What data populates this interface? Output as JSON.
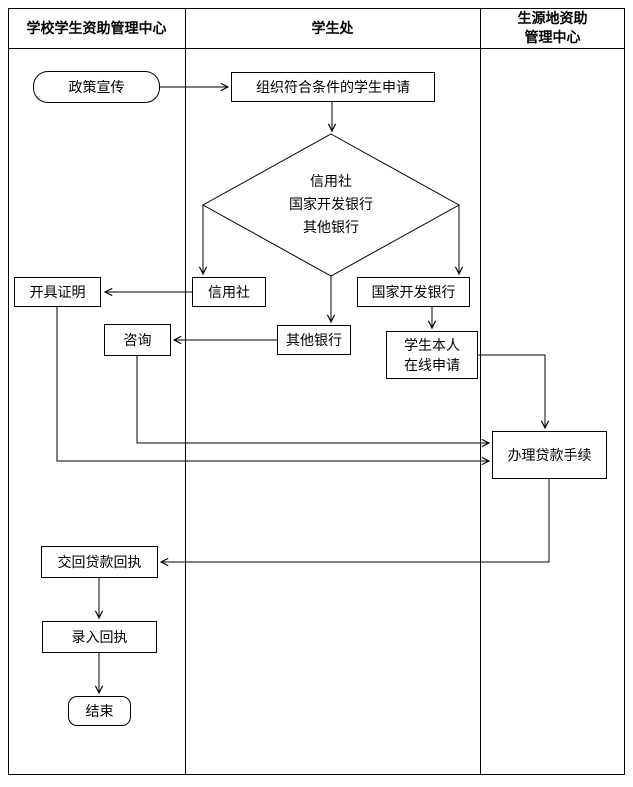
{
  "lanes": {
    "school": {
      "title": "学校学生资助管理中心"
    },
    "student_office": {
      "title": "学生处"
    },
    "origin_center": {
      "title_line1": "生源地资助",
      "title_line2": "管理中心"
    }
  },
  "nodes": {
    "policy": {
      "label": "政策宣传"
    },
    "organize": {
      "label": "组织符合条件的学生申请"
    },
    "decision": {
      "line1": "信用社",
      "line2": "国家开发银行",
      "line3": "其他银行"
    },
    "credit_union": {
      "label": "信用社"
    },
    "cdb": {
      "label": "国家开发银行"
    },
    "other_bank": {
      "label": "其他银行"
    },
    "issue_cert": {
      "label": "开具证明"
    },
    "consult": {
      "label": "咨询"
    },
    "student_online": {
      "line1": "学生本人",
      "line2": "在线申请"
    },
    "loan_procedure": {
      "label": "办理贷款手续"
    },
    "return_receipt": {
      "label": "交回贷款回执"
    },
    "enter_receipt": {
      "label": "录入回执"
    },
    "end": {
      "label": "结束"
    }
  },
  "colors": {
    "line": "#000000",
    "background": "#ffffff",
    "text": "#000000"
  }
}
